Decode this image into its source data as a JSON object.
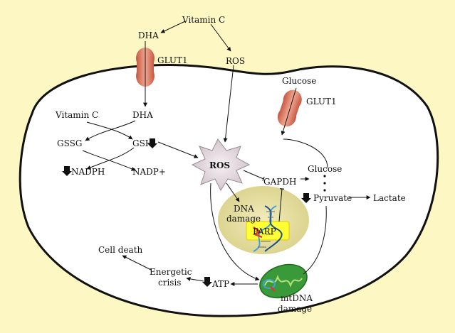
{
  "labels": {
    "vitamin_c_top": "Vitamin C",
    "dha_top": "DHA",
    "ros_top": "ROS",
    "glut1_left": "GLUT1",
    "glucose_outside": "Glucose",
    "glut1_right": "GLUT1",
    "vitamin_c_in": "Vitamin C",
    "dha_in": "DHA",
    "gssg": "GSSG",
    "gsh": "GSH",
    "nadph": "NADPH",
    "nadp": "NADP+",
    "ros_center": "ROS",
    "gapdh": "GAPDH",
    "glucose_in": "Glucose",
    "pyruvate": "Pyruvate",
    "lactate": "Lactate",
    "dna_damage_1": "DNA",
    "dna_damage_2": "damage",
    "parp": "PARP",
    "cell_death": "Cell death",
    "energetic_1": "Energetic",
    "energetic_2": "crisis",
    "atp": "ATP",
    "mtdna_1": "mtDNA",
    "mtdna_2": "damage"
  },
  "colors": {
    "background": "#fdf7c3",
    "cell_fill": "#ffffff",
    "transporter": "#e07f6a",
    "nucleus": "#e4dda0",
    "parp_fill": "#ffff33",
    "mitochondrion": "#3a9a3a",
    "ros_star": "#e7dde2",
    "dna_blue": "#3fa3d8",
    "damage_red": "#e0353a"
  }
}
